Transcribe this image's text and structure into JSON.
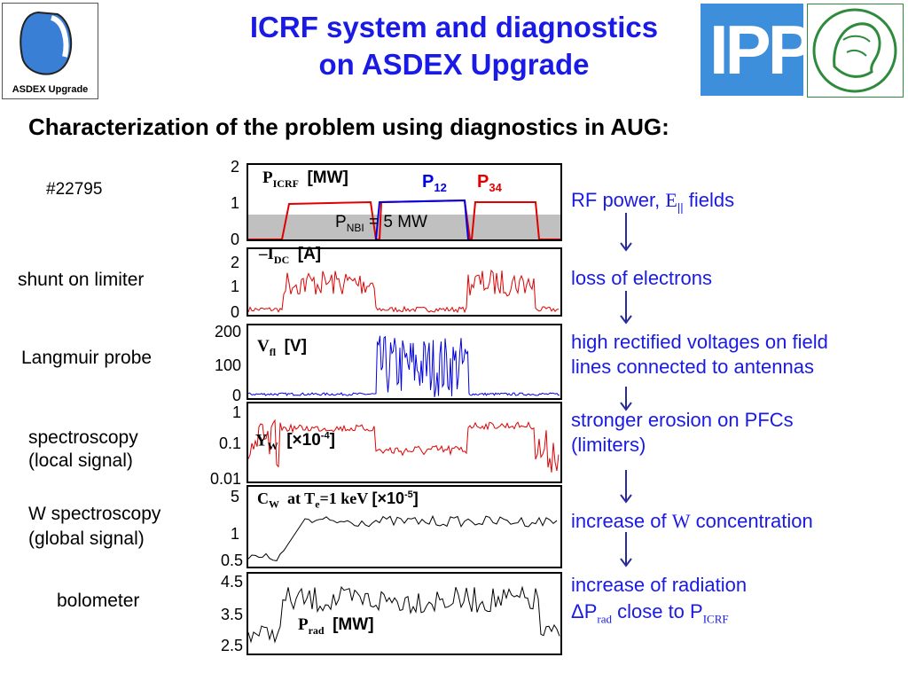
{
  "title_line1": "ICRF system and diagnostics",
  "title_line2": "on ASDEX Upgrade",
  "subtitle": "Characterization of the problem using diagnostics in AUG:",
  "logo_aug_text": "ASDEX Upgrade",
  "logo_ipp_text": "IPP",
  "shot": "#22795",
  "left_labels": [
    "shunt on limiter",
    "Langmuir probe",
    "spectroscopy",
    "(local signal)",
    "W spectroscopy",
    "(global signal)",
    "bolometer"
  ],
  "right_items": [
    "RF power, E|| fields",
    "loss of electrons",
    "high rectified voltages on field",
    "lines connected to antennas",
    "stronger erosion on PFCs",
    "(limiters)",
    "increase of W concentration",
    "increase of radiation",
    "ΔPrad close to PICRF"
  ],
  "panels": [
    {
      "label": "PICRF [MW]",
      "ticks": [
        "2",
        "1",
        "0"
      ]
    },
    {
      "label": "–IDC [A]",
      "ticks": [
        "2",
        "1",
        "0"
      ]
    },
    {
      "label": "Vfl [V]",
      "ticks": [
        "200",
        "100",
        "0"
      ]
    },
    {
      "label": "YW [×10-4]",
      "ticks": [
        "1",
        "0.1",
        "0.01"
      ]
    },
    {
      "label": "CW at Te=1 keV [×10-5]",
      "ticks": [
        "5",
        "1",
        "0.5"
      ]
    },
    {
      "label": "Prad [MW]",
      "ticks": [
        "4.5",
        "3.5",
        "2.5"
      ]
    }
  ],
  "p12": "P12",
  "p34": "P34",
  "pnbi": "PNBI = 5 MW",
  "colors": {
    "title": "#1a1ae6",
    "red": "#e00000",
    "blue": "#0000e0",
    "nbi_band": "#c0c0c0"
  }
}
